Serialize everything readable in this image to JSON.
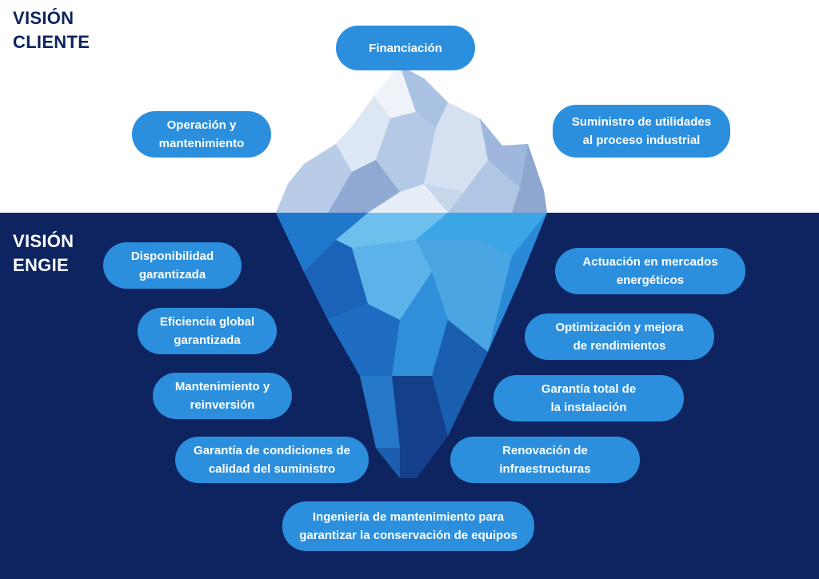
{
  "headings": {
    "top": [
      "VISIÓN",
      "CLIENTE"
    ],
    "bottom": [
      "VISIÓN",
      "ENGIE"
    ]
  },
  "above_water": [
    [
      "Financiación"
    ],
    [
      "Operación y",
      "mantenimiento"
    ],
    [
      "Suministro de utilidades",
      "al proceso industrial"
    ]
  ],
  "below_water": [
    [
      "Disponibilidad",
      "garantizada"
    ],
    [
      "Eficiencia global",
      "garantizada"
    ],
    [
      "Mantenimiento y",
      "reinversión"
    ],
    [
      "Garantía de condiciones de",
      "calidad del suministro"
    ],
    [
      "Actuación en mercados",
      "energéticos"
    ],
    [
      "Optimización y mejora",
      "de rendimientos"
    ],
    [
      "Garantía total de",
      "la instalación"
    ],
    [
      "Renovación de",
      "infraestructuras"
    ],
    [
      "Ingeniería de mantenimiento para",
      "garantizar la conservación de equipos"
    ]
  ],
  "colors": {
    "sea": "#0d2460",
    "sky": "#ffffff",
    "pill": "#2b8fde",
    "heading_top": "#0d2460"
  }
}
